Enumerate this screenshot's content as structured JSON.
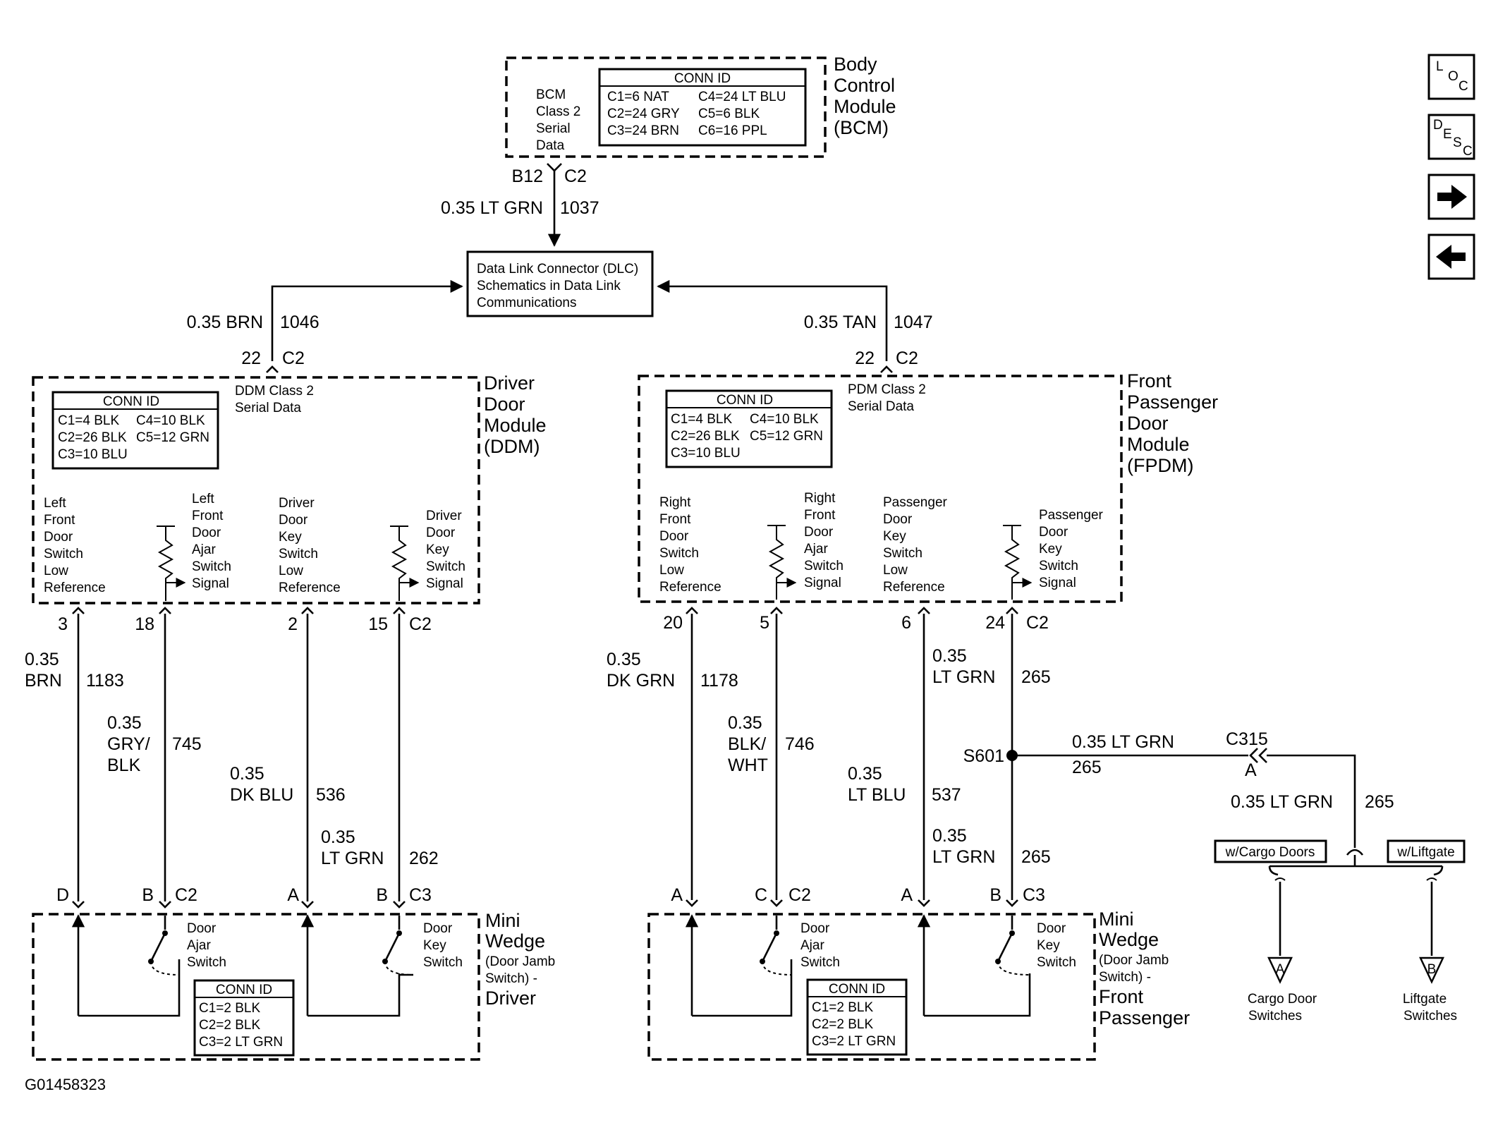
{
  "bcm": {
    "title": [
      "Body",
      "Control",
      "Module",
      "(BCM)"
    ],
    "inner": [
      "BCM",
      "Class 2",
      "Serial",
      "Data"
    ],
    "conn_id_title": "CONN ID",
    "conn": [
      "C1=6 NAT",
      "C4=24 LT BLU",
      "C2=24 GRY",
      "C5=6 BLK",
      "C3=24 BRN",
      "C6=16 PPL"
    ],
    "pin": "B12",
    "connector": "C2"
  },
  "wire_1037": {
    "gauge_color": "0.35 LT GRN",
    "circuit": "1037"
  },
  "dlc": {
    "lines": [
      "Data Link Connector (DLC)",
      "Schematics in Data Link",
      "Communications"
    ]
  },
  "wire_1046": {
    "gauge_color": "0.35 BRN",
    "circuit": "1046",
    "pin": "22",
    "connector": "C2"
  },
  "wire_1047": {
    "gauge_color": "0.35 TAN",
    "circuit": "1047",
    "pin": "22",
    "connector": "C2"
  },
  "ddm": {
    "title": [
      "Driver",
      "Door",
      "Module",
      "(DDM)"
    ],
    "class2": [
      "DDM Class 2",
      "Serial Data"
    ],
    "conn_id_title": "CONN ID",
    "conn": [
      "C1=4 BLK",
      "C4=10 BLK",
      "C2=26 BLK",
      "C5=12 GRN",
      "C3=10 BLU"
    ],
    "labels": {
      "lf_low": [
        "Left",
        "Front",
        "Door",
        "Switch",
        "Low",
        "Reference"
      ],
      "lf_ajar": [
        "Left",
        "Front",
        "Door",
        "Ajar",
        "Switch",
        "Signal"
      ],
      "dk_low": [
        "Driver",
        "Door",
        "Key",
        "Switch",
        "Low",
        "Reference"
      ],
      "dk_sig": [
        "Driver",
        "Door",
        "Key",
        "Switch",
        "Signal"
      ]
    },
    "pins": [
      "3",
      "18",
      "2",
      "15"
    ],
    "connector": "C2"
  },
  "fpdm": {
    "title": [
      "Front",
      "Passenger",
      "Door",
      "Module",
      "(FPDM)"
    ],
    "class2": [
      "PDM Class 2",
      "Serial Data"
    ],
    "conn_id_title": "CONN ID",
    "conn": [
      "C1=4 BLK",
      "C4=10 BLK",
      "C2=26 BLK",
      "C5=12 GRN",
      "C3=10 BLU"
    ],
    "labels": {
      "rf_low": [
        "Right",
        "Front",
        "Door",
        "Switch",
        "Low",
        "Reference"
      ],
      "rf_ajar": [
        "Right",
        "Front",
        "Door",
        "Ajar",
        "Switch",
        "Signal"
      ],
      "pk_low": [
        "Passenger",
        "Door",
        "Key",
        "Switch",
        "Low",
        "Reference"
      ],
      "pk_sig": [
        "Passenger",
        "Door",
        "Key",
        "Switch",
        "Signal"
      ]
    },
    "pins": [
      "20",
      "5",
      "6",
      "24"
    ],
    "connector": "C2"
  },
  "wires_left": {
    "w1183": [
      "0.35",
      "BRN",
      "1183"
    ],
    "w745": [
      "0.35",
      "GRY/",
      "BLK",
      "745"
    ],
    "w536": [
      "0.35",
      "DK BLU",
      "536"
    ],
    "w262": [
      "0.35",
      "LT GRN",
      "262"
    ]
  },
  "wires_right": {
    "w1178": [
      "0.35",
      "DK GRN",
      "1178"
    ],
    "w746": [
      "0.35",
      "BLK/",
      "WHT",
      "746"
    ],
    "w537": [
      "0.35",
      "LT BLU",
      "537"
    ],
    "w265a": [
      "0.35",
      "LT GRN",
      "265"
    ],
    "w265b": [
      "0.35",
      "LT GRN",
      "265"
    ]
  },
  "splice": {
    "name": "S601",
    "wire": "0.35 LT GRN",
    "circuit": "265",
    "conn": "C315",
    "pin": "A",
    "down_wire": "0.35 LT GRN",
    "down_circuit": "265"
  },
  "options": {
    "cargo": "w/Cargo Doors",
    "liftgate": "w/Liftgate",
    "a_label": "A",
    "b_label": "B",
    "cargo_dest": [
      "Cargo Door",
      "Switches"
    ],
    "lift_dest": [
      "Liftgate",
      "Switches"
    ]
  },
  "mini_left": {
    "pins": [
      "D",
      "B",
      "C2",
      "A",
      "B",
      "C3"
    ],
    "title": [
      "Mini",
      "Wedge"
    ],
    "sub": [
      "(Door Jamb",
      "Switch) -"
    ],
    "title2": "Driver",
    "ajar": [
      "Door",
      "Ajar",
      "Switch"
    ],
    "key": [
      "Door",
      "Key",
      "Switch"
    ],
    "conn_id_title": "CONN ID",
    "conn": [
      "C1=2 BLK",
      "C2=2 BLK",
      "C3=2 LT GRN"
    ]
  },
  "mini_right": {
    "pins": [
      "A",
      "C",
      "C2",
      "A",
      "B",
      "C3"
    ],
    "title": [
      "Mini",
      "Wedge"
    ],
    "sub": [
      "(Door Jamb",
      "Switch) -"
    ],
    "title2": [
      "Front",
      "Passenger"
    ],
    "ajar": [
      "Door",
      "Ajar",
      "Switch"
    ],
    "key": [
      "Door",
      "Key",
      "Switch"
    ],
    "conn_id_title": "CONN ID",
    "conn": [
      "C1=2 BLK",
      "C2=2 BLK",
      "C3=2 LT GRN"
    ]
  },
  "nav": {
    "loc": [
      "L",
      "O",
      "C"
    ],
    "desc": [
      "D",
      "E",
      "S",
      "C"
    ],
    "forward_icon": "arrow-right-icon",
    "back_icon": "arrow-left-icon"
  },
  "figure_id": "G01458323"
}
